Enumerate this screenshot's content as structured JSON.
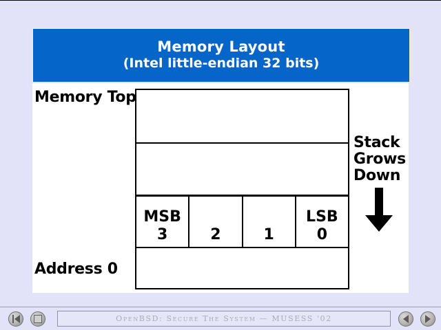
{
  "slide": {
    "title": {
      "line1": "Memory Layout",
      "line2": "(Intel little-endian 32 bits)",
      "background_color": "#0565c8",
      "text_color": "#ffffff",
      "border_color": "#f5f5c0"
    },
    "labels": {
      "memory_top": "Memory Top",
      "address_zero": "Address 0"
    },
    "memory_table": {
      "rows": [
        {
          "name": "upper-memory-region",
          "cells": []
        },
        {
          "name": "middle-memory-region",
          "cells": []
        },
        {
          "name": "byte-lane-row",
          "cells": [
            {
              "tag": "MSB",
              "number": "3"
            },
            {
              "tag": "",
              "number": "2"
            },
            {
              "tag": "",
              "number": "1"
            },
            {
              "tag": "LSB",
              "number": "0"
            }
          ]
        },
        {
          "name": "lower-memory-region",
          "cells": []
        }
      ]
    },
    "stack_annotation": {
      "lines": [
        "Stack",
        "Grows",
        "Down"
      ],
      "arrow_direction": "down",
      "arrow_icon": "arrow-down-icon"
    },
    "canvas_color": "#ffffff",
    "page_background": "#e2e2f8"
  },
  "controls": {
    "status_text": "OpenBSD: Secure The System — MUSESS '02",
    "buttons": [
      {
        "name": "first-slide-button",
        "icon": "skip-back-icon"
      },
      {
        "name": "stop-button",
        "icon": "stop-square-icon"
      },
      {
        "name": "previous-slide-button",
        "icon": "arrow-left-icon"
      },
      {
        "name": "next-slide-button",
        "icon": "arrow-right-icon"
      }
    ]
  }
}
